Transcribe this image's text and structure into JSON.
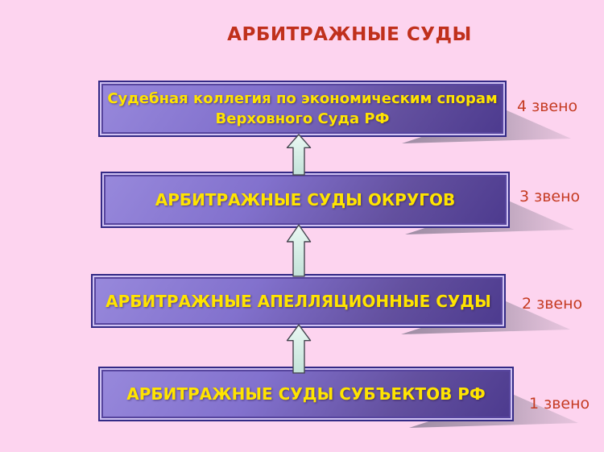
{
  "title": {
    "text": "АРБИТРАЖНЫЕ СУДЫ"
  },
  "colors": {
    "background": "#fdd4ef",
    "title": "#c0301c",
    "box_border": "#342a86",
    "box_text": "#ffe400",
    "level_label": "#c53b22",
    "arrow_fill": "#d9f0e9",
    "arrow_outline": "#45454f",
    "shadow": "#8d7f96"
  },
  "levels": [
    {
      "line1": "Судебная коллегия по экономическим спорам",
      "line2": "Верховного Суда РФ",
      "label": "4 звено"
    },
    {
      "line1": "АРБИТРАЖНЫЕ СУДЫ ОКРУГОВ",
      "line2": "",
      "label": "3 звено"
    },
    {
      "line1": "АРБИТРАЖНЫЕ АПЕЛЛЯЦИОННЫЕ СУДЫ",
      "line2": "",
      "label": "2 звено"
    },
    {
      "line1": "АРБИТРАЖНЫЕ СУДЫ СУБЪЕКТОВ РФ",
      "line2": "",
      "label": "1 звено"
    }
  ]
}
